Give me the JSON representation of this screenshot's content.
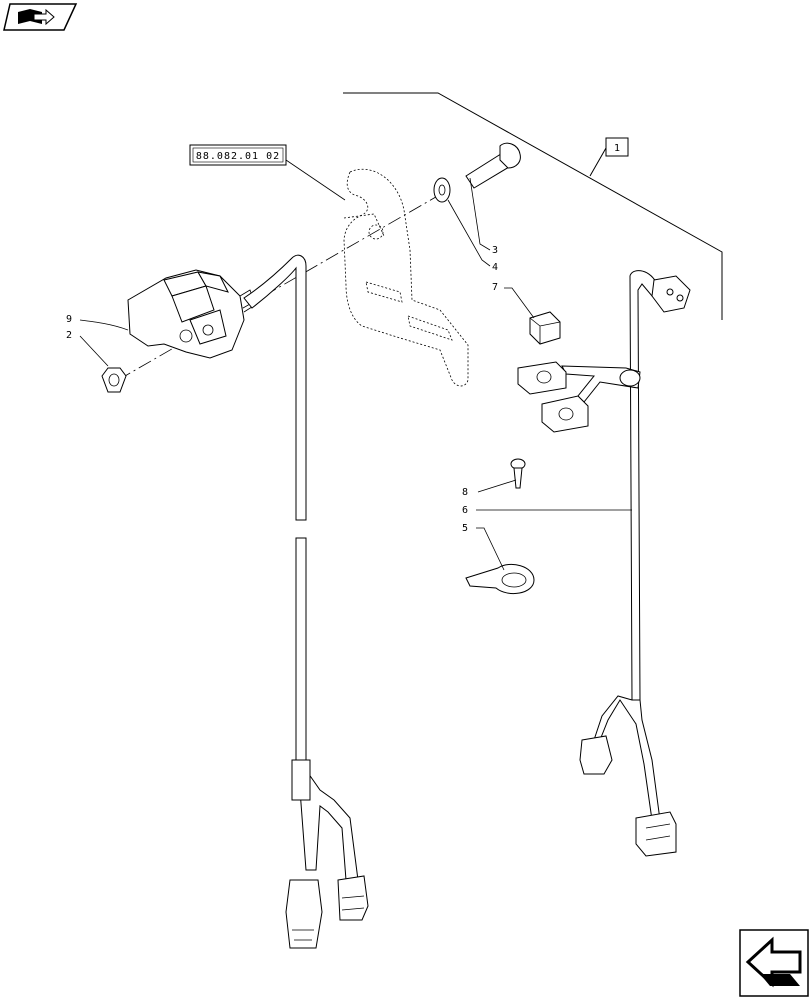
{
  "top_nav_icon": "open-book-arrow-icon",
  "bottom_nav_icon": "previous-arrow-icon",
  "ref_label": "88.082.01 02",
  "group_label": "1",
  "callouts": [
    {
      "id": "c2",
      "text": "2"
    },
    {
      "id": "c3",
      "text": "3"
    },
    {
      "id": "c4",
      "text": "4"
    },
    {
      "id": "c5",
      "text": "5"
    },
    {
      "id": "c6",
      "text": "6"
    },
    {
      "id": "c7",
      "text": "7"
    },
    {
      "id": "c8",
      "text": "8"
    },
    {
      "id": "c9",
      "text": "9"
    }
  ]
}
